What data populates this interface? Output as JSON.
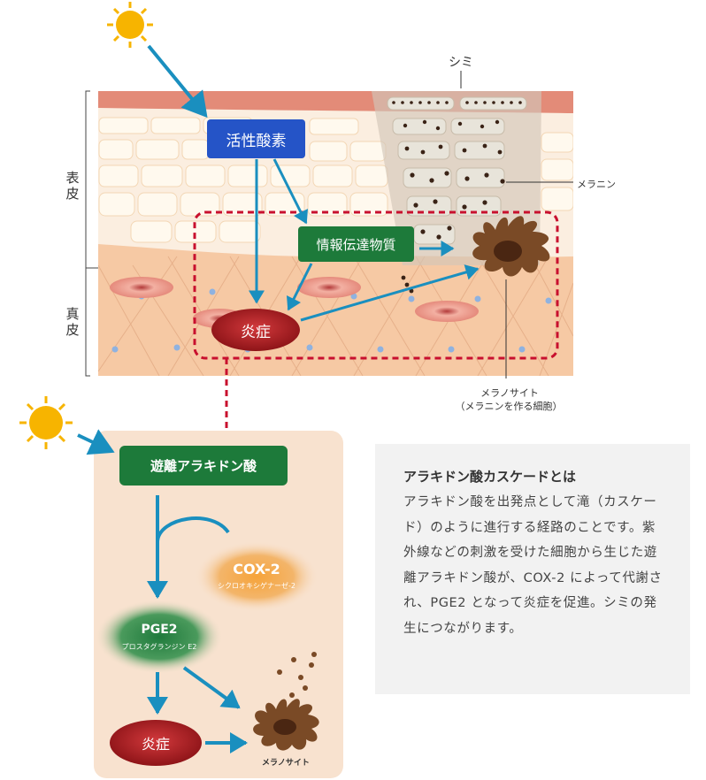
{
  "labels": {
    "shimi": "シミ",
    "melanin": "メラニン",
    "epidermis": "表皮",
    "dermis": "真皮",
    "melanocyte_1": "メラノサイト",
    "melanocyte_2": "（メラニンを作る細胞）",
    "active_oxygen": "活性酸素",
    "info_substance": "情報伝達物質",
    "inflammation_top": "炎症",
    "arachidonic": "遊離アラキドン酸",
    "cox2": "COX-2",
    "cox2_sub": "シクロオキシゲナーゼ-2",
    "pge2": "PGE2",
    "pge2_sub": "プロスタグランジン E2",
    "inflammation_bottom": "炎症",
    "melanocyte_bottom": "メラノサイト"
  },
  "note": {
    "title": "アラキドン酸カスケードとは",
    "body": "アラキドン酸を出発点として滝（カスケード）のように進行する経路のことです。紫外線などの刺激を受けた細胞から生じた遊離アラキドン酸が、COX-2 によって代謝され、PGE2 となって炎症を促進。シミの発生につながります。"
  },
  "colors": {
    "arrow": "#1a8fbf",
    "green_box": "#1d7a3a",
    "blue_box": "#2554c7",
    "inflammation": "#b3262b",
    "dashed": "#c8102e",
    "panel_bg": "#f8e2cf",
    "note_bg": "#f2f2f2",
    "sun": "#f7b400"
  }
}
